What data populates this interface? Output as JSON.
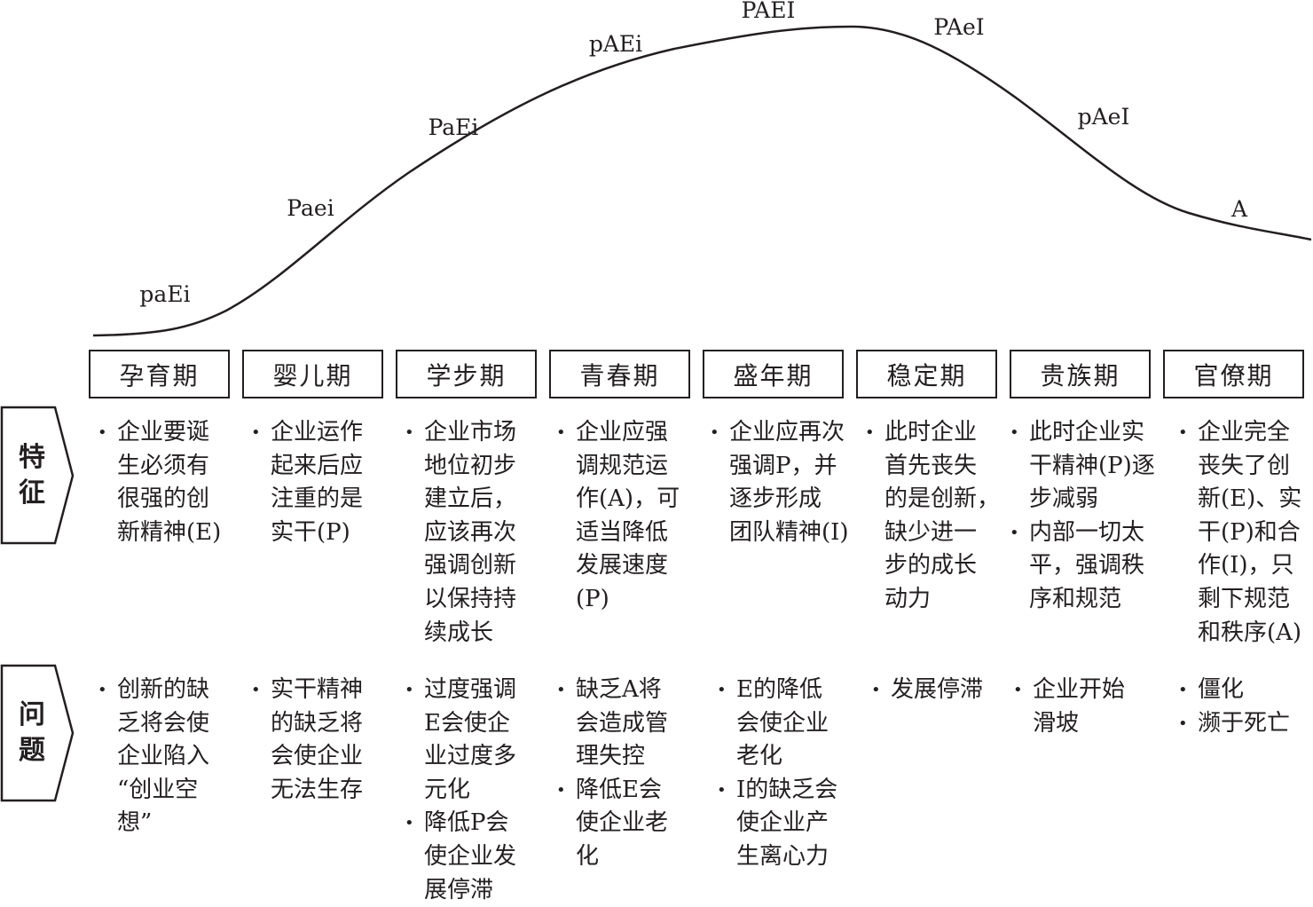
{
  "curve_labels": [
    "paEi",
    "Paei",
    "PaEi",
    "pAEi",
    "PAEI",
    "PAeI",
    "pAeI",
    "A"
  ],
  "row_labels": {
    "features": [
      "特",
      "征"
    ],
    "problems": [
      "问",
      "题"
    ]
  },
  "stages": [
    {
      "name": "孕育期",
      "features": [
        [
          "企业要诞",
          "生必须有",
          "很强的创",
          "新精神(E)"
        ]
      ],
      "problems": [
        [
          "创新的缺",
          "乏将会使",
          "企业陷入",
          "“创业空",
          "想”"
        ]
      ]
    },
    {
      "name": "婴儿期",
      "features": [
        [
          "企业运作",
          "起来后应",
          "注重的是",
          "实干(P)"
        ]
      ],
      "problems": [
        [
          "实干精神",
          "的缺乏将",
          "会使企业",
          "无法生存"
        ]
      ]
    },
    {
      "name": "学步期",
      "features": [
        [
          "企业市场",
          "地位初步",
          "建立后，",
          "应该再次",
          "强调创新",
          "以保持持",
          "续成长"
        ]
      ],
      "problems": [
        [
          "过度强调",
          "E会使企",
          "业过度多",
          "元化"
        ],
        [
          "降低P会",
          "使企业发",
          "展停滞"
        ]
      ]
    },
    {
      "name": "青春期",
      "features": [
        [
          "企业应强",
          "调规范运",
          "作(A)，可",
          "适当降低",
          "发展速度",
          "(P)"
        ]
      ],
      "problems": [
        [
          "缺乏A将",
          "会造成管",
          "理失控"
        ],
        [
          "降低E会",
          "使企业老",
          "化"
        ]
      ]
    },
    {
      "name": "盛年期",
      "features": [
        [
          "企业应再次",
          "强调P，并",
          "逐步形成",
          "团队精神(I)"
        ]
      ],
      "problems": [
        [
          "E的降低",
          "会使企业",
          "老化"
        ],
        [
          "I的缺乏会",
          "使企业产",
          "生离心力"
        ]
      ]
    },
    {
      "name": "稳定期",
      "features": [
        [
          "此时企业",
          "首先丧失",
          "的是创新，",
          "缺少进一",
          "步的成长",
          "动力"
        ]
      ],
      "problems": [
        [
          "发展停滞"
        ]
      ]
    },
    {
      "name": "贵族期",
      "features": [
        [
          "此时企业实",
          "干精神(P)逐",
          "步减弱"
        ],
        [
          "内部一切太",
          "平，强调秩",
          "序和规范"
        ]
      ],
      "problems": [
        [
          "企业开始",
          "滑坡"
        ]
      ]
    },
    {
      "name": "官僚期",
      "features": [
        [
          "企业完全",
          "丧失了创",
          "新(E)、实",
          "干(P)和合",
          "作(I)，只",
          "剩下规范",
          "和秩序(A)"
        ]
      ],
      "problems": [
        [
          "僵化"
        ],
        [
          "濒于死亡"
        ]
      ]
    }
  ]
}
